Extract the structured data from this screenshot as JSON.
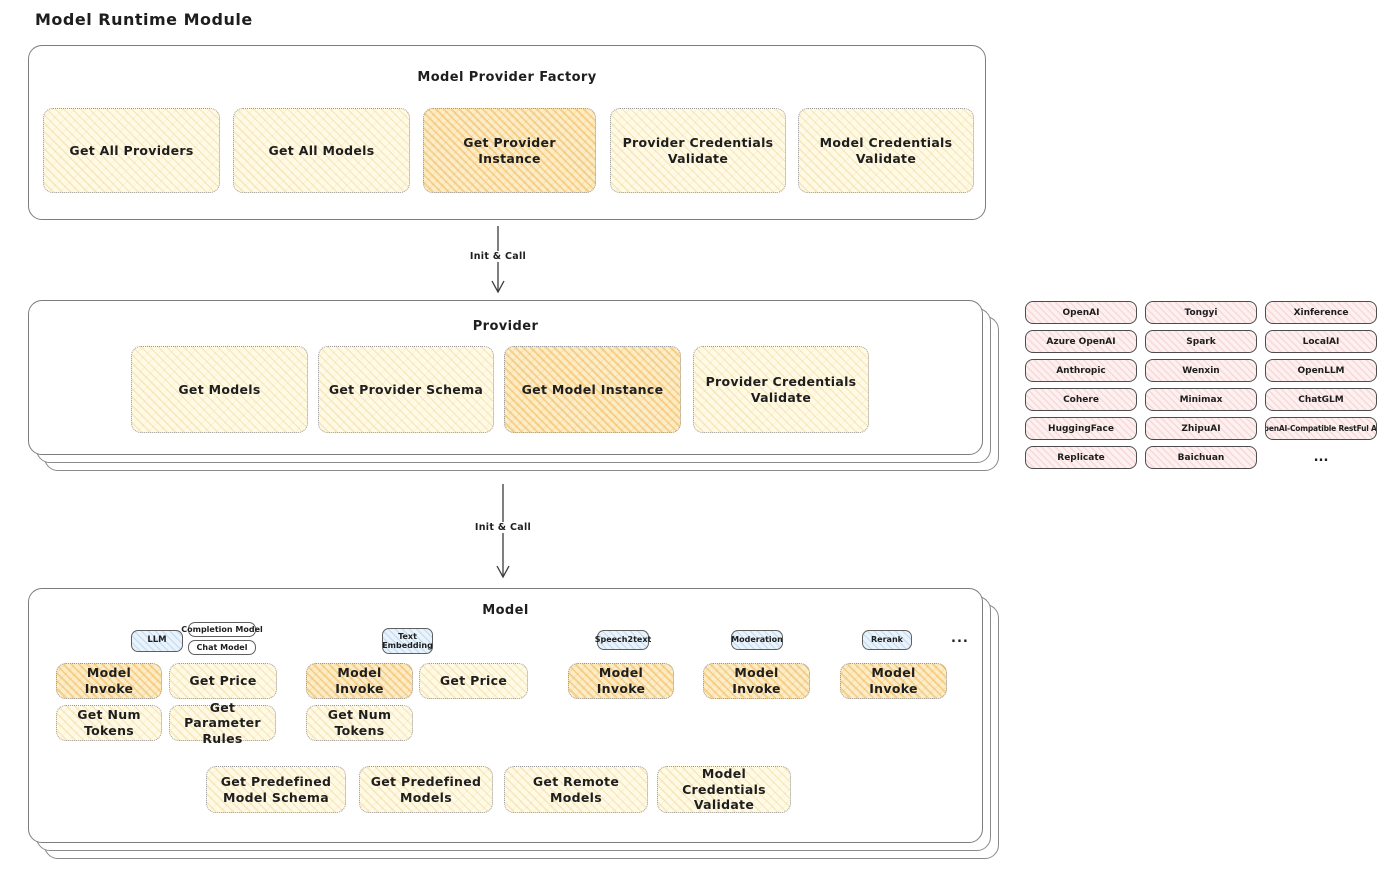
{
  "page_title": "Model Runtime Module",
  "colors": {
    "yellow_fill": "#FFFAE6",
    "yellow_hatch": "#E8BD60",
    "orange_fill": "#FCEDC9",
    "orange_hatch": "#F0A028",
    "pink_fill": "#FDF0F0",
    "pink_hatch": "#EB8282",
    "blue_fill": "#EAF3FB",
    "blue_hatch": "#6EAADC",
    "ink": "#1E1E1E",
    "container_border": "#7D7D7D"
  },
  "factory": {
    "title": "Model Provider Factory",
    "buttons": [
      {
        "label": "Get All Providers",
        "highlighted": false
      },
      {
        "label": "Get All Models",
        "highlighted": false
      },
      {
        "label": "Get Provider Instance",
        "highlighted": true
      },
      {
        "label": "Provider Credentials Validate",
        "highlighted": false
      },
      {
        "label": "Model Credentials Validate",
        "highlighted": false
      }
    ]
  },
  "arrows": {
    "factory_to_provider": "Init & Call",
    "provider_to_model": "Init & Call"
  },
  "provider": {
    "title": "Provider",
    "buttons": [
      {
        "label": "Get Models",
        "highlighted": false
      },
      {
        "label": "Get Provider Schema",
        "highlighted": false
      },
      {
        "label": "Get Model Instance",
        "highlighted": true
      },
      {
        "label": "Provider Credentials Validate",
        "highlighted": false
      }
    ]
  },
  "providers_grid": {
    "items": [
      "OpenAI",
      "Tongyi",
      "Xinference",
      "Azure OpenAI",
      "Spark",
      "LocalAI",
      "Anthropic",
      "Wenxin",
      "OpenLLM",
      "Cohere",
      "Minimax",
      "ChatGLM",
      "HuggingFace",
      "ZhipuAI",
      "OpenAI-Compatible RestFul API",
      "Replicate",
      "Baichuan"
    ],
    "more_label": "..."
  },
  "model": {
    "title": "Model",
    "groups": [
      {
        "tab": "LLM",
        "sub_tabs": [
          "Completion Model",
          "Chat Model"
        ],
        "buttons": [
          "Model Invoke",
          "Get Price",
          "Get Num Tokens",
          "Get Parameter Rules"
        ]
      },
      {
        "tab": "Text Embedding",
        "buttons": [
          "Model Invoke",
          "Get Price",
          "Get Num Tokens"
        ]
      },
      {
        "tab": "Speech2text",
        "buttons": [
          "Model Invoke"
        ]
      },
      {
        "tab": "Moderation",
        "buttons": [
          "Model Invoke"
        ]
      },
      {
        "tab": "Rerank",
        "buttons": [
          "Model Invoke"
        ]
      }
    ],
    "more_label": "...",
    "shared_buttons": [
      "Get Predefined Model Schema",
      "Get Predefined Models",
      "Get Remote Models",
      "Model Credentials Validate"
    ]
  }
}
